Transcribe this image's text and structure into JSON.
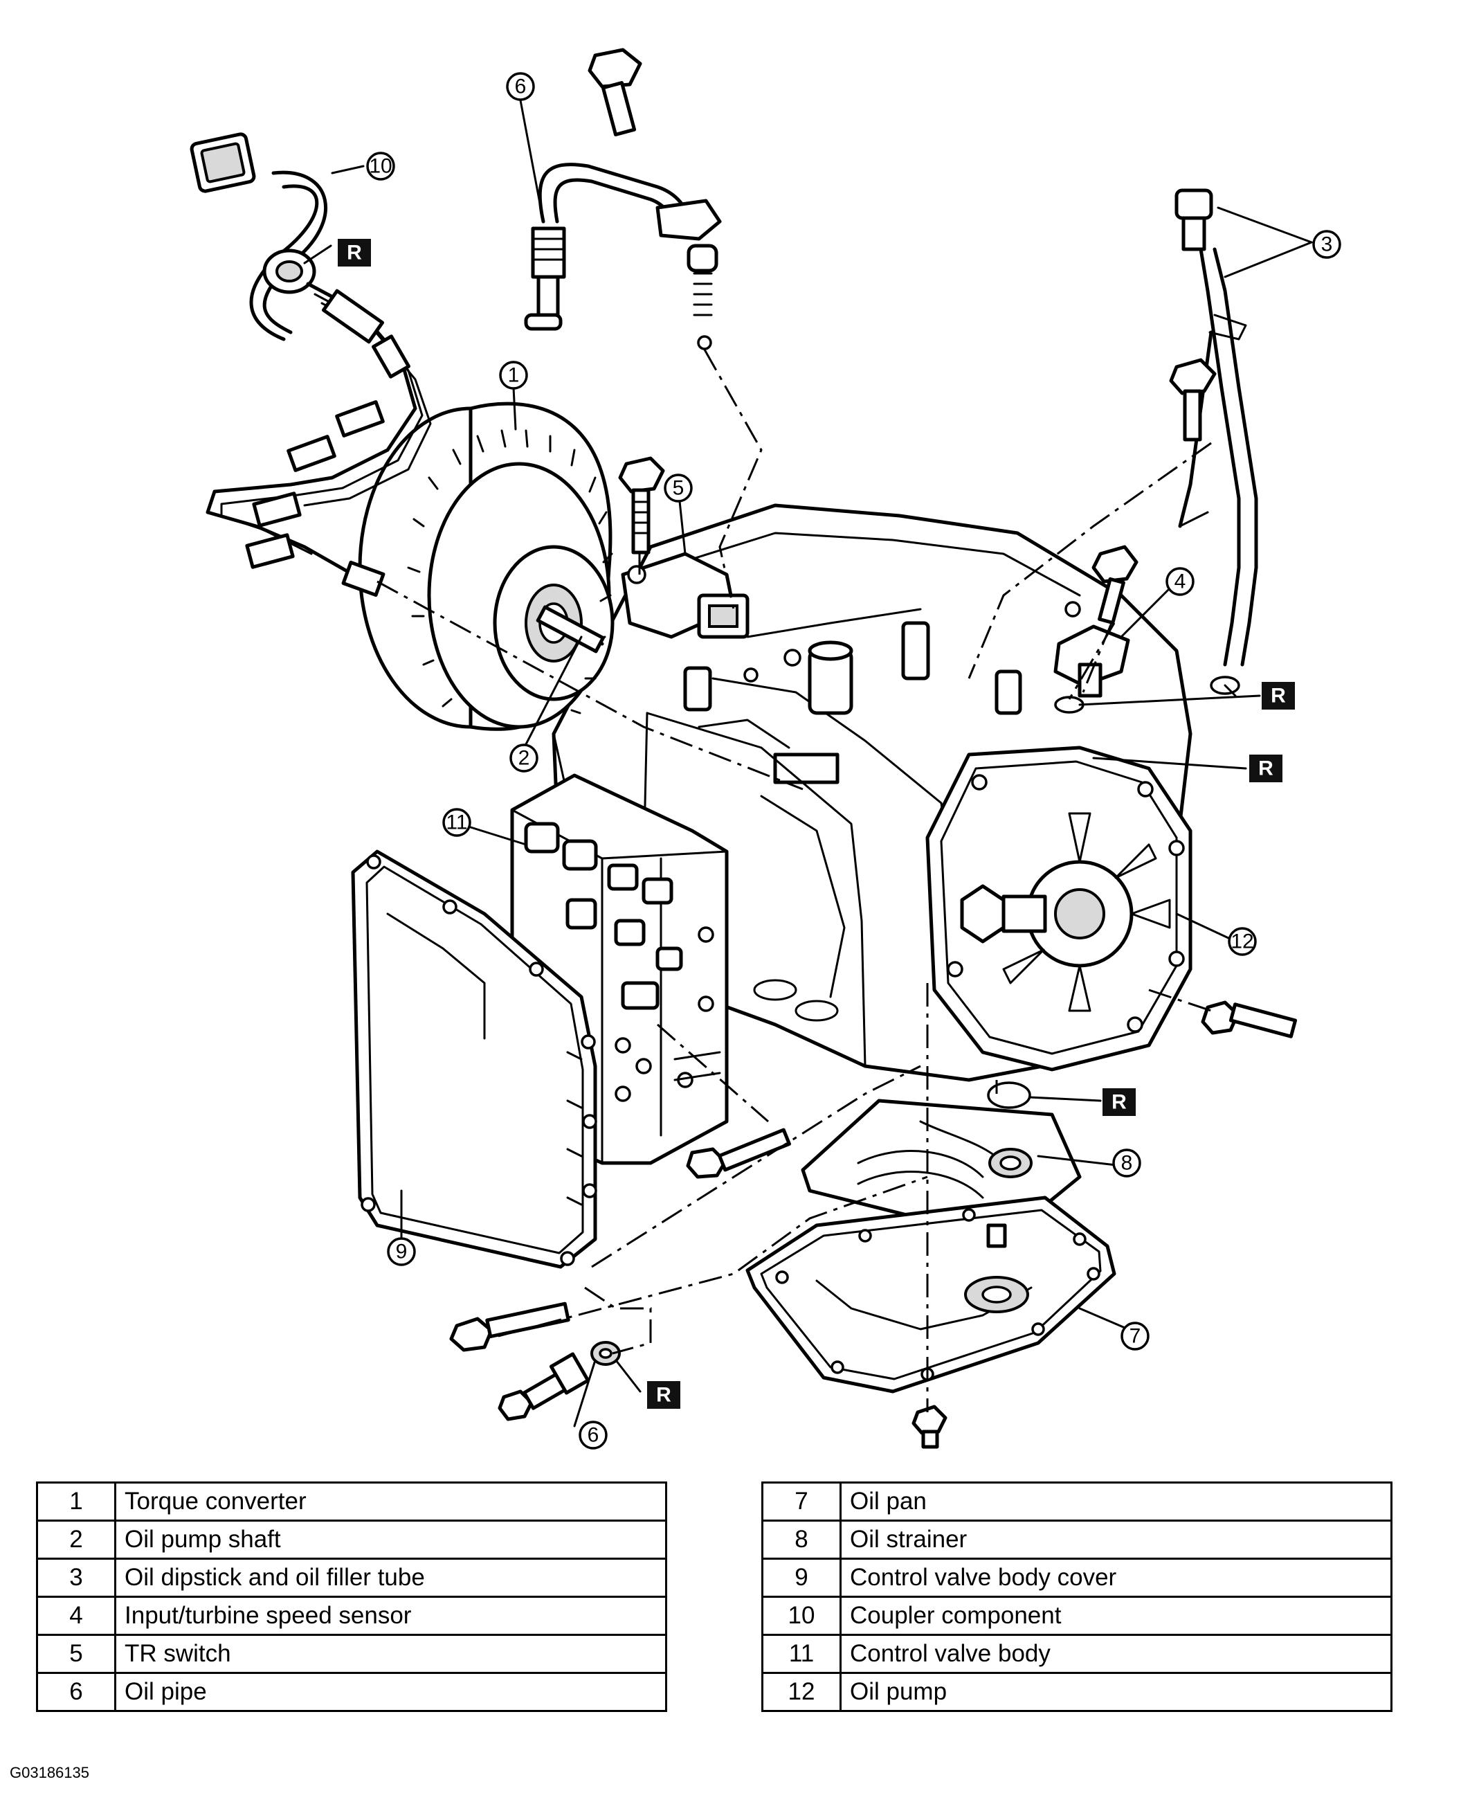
{
  "callouts": [
    {
      "id": "callout-1",
      "label": "1"
    },
    {
      "id": "callout-2",
      "label": "2"
    },
    {
      "id": "callout-3",
      "label": "3"
    },
    {
      "id": "callout-4",
      "label": "4"
    },
    {
      "id": "callout-5",
      "label": "5"
    },
    {
      "id": "callout-6-top",
      "label": "6"
    },
    {
      "id": "callout-6-bottom",
      "label": "6"
    },
    {
      "id": "callout-7",
      "label": "7"
    },
    {
      "id": "callout-8",
      "label": "8"
    },
    {
      "id": "callout-9",
      "label": "9"
    },
    {
      "id": "callout-10",
      "label": "10"
    },
    {
      "id": "callout-11",
      "label": "11"
    },
    {
      "id": "callout-12",
      "label": "12"
    }
  ],
  "replace_marker": "R",
  "legend": {
    "left": [
      {
        "num": "1",
        "name": "Torque converter"
      },
      {
        "num": "2",
        "name": "Oil pump shaft"
      },
      {
        "num": "3",
        "name": "Oil dipstick and oil filler tube"
      },
      {
        "num": "4",
        "name": "Input/turbine speed sensor"
      },
      {
        "num": "5",
        "name": "TR switch"
      },
      {
        "num": "6",
        "name": "Oil pipe"
      }
    ],
    "right": [
      {
        "num": "7",
        "name": "Oil pan"
      },
      {
        "num": "8",
        "name": "Oil strainer"
      },
      {
        "num": "9",
        "name": "Control valve body cover"
      },
      {
        "num": "10",
        "name": "Coupler component"
      },
      {
        "num": "11",
        "name": "Control valve body"
      },
      {
        "num": "12",
        "name": "Oil pump"
      }
    ]
  },
  "figure_id": "G03186135"
}
